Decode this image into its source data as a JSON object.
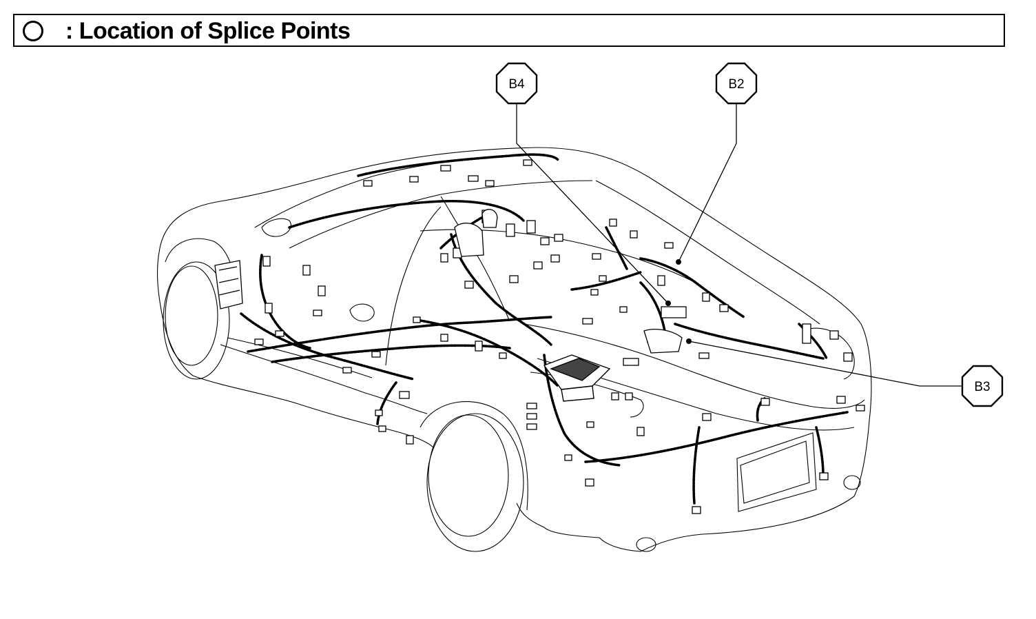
{
  "header": {
    "title": ": Location of Splice Points"
  },
  "callouts": [
    {
      "id": "b4",
      "label": "B4"
    },
    {
      "id": "b2",
      "label": "B2"
    },
    {
      "id": "b3",
      "label": "B3"
    }
  ]
}
